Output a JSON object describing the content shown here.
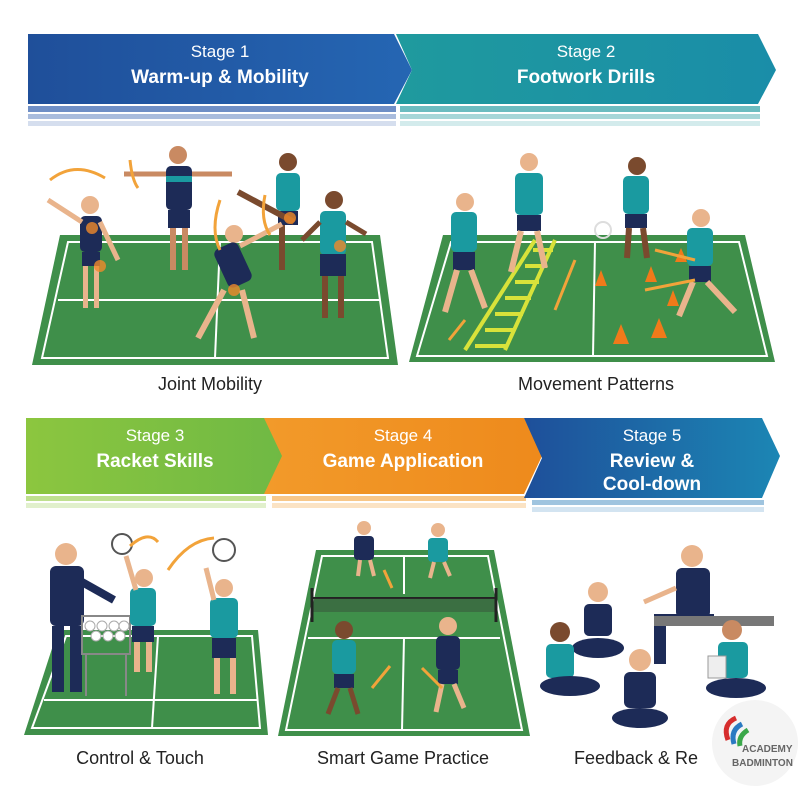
{
  "stages": [
    {
      "number": "Stage 1",
      "title": "Warm-up & Mobility",
      "caption": "Joint Mobility",
      "color": "#1f56a2"
    },
    {
      "number": "Stage 2",
      "title": "Footwork Drills",
      "caption": "Movement Patterns",
      "color": "#1e9aa0"
    },
    {
      "number": "Stage 3",
      "title": "Racket Skills",
      "caption": "Control & Touch",
      "color": "#7cc142"
    },
    {
      "number": "Stage 4",
      "title": "Game Application",
      "caption": "Smart Game Practice",
      "color": "#f0901f"
    },
    {
      "number": "Stage 5",
      "title_line1": "Review &",
      "title_line2": "Cool-down",
      "caption": "Feedback & Re",
      "color": "#1a6fb0"
    }
  ],
  "logo": {
    "line1": "ACADEMY",
    "line2": "BADMINTON"
  },
  "colors": {
    "court": "#3f8f4a",
    "court_line": "#ffffff",
    "kit_dark": "#1d2b57",
    "kit_accent": "#1a9aa0",
    "cone": "#f07a1a",
    "ladder": "#d8e23a",
    "arrow": "#f2a33a"
  }
}
